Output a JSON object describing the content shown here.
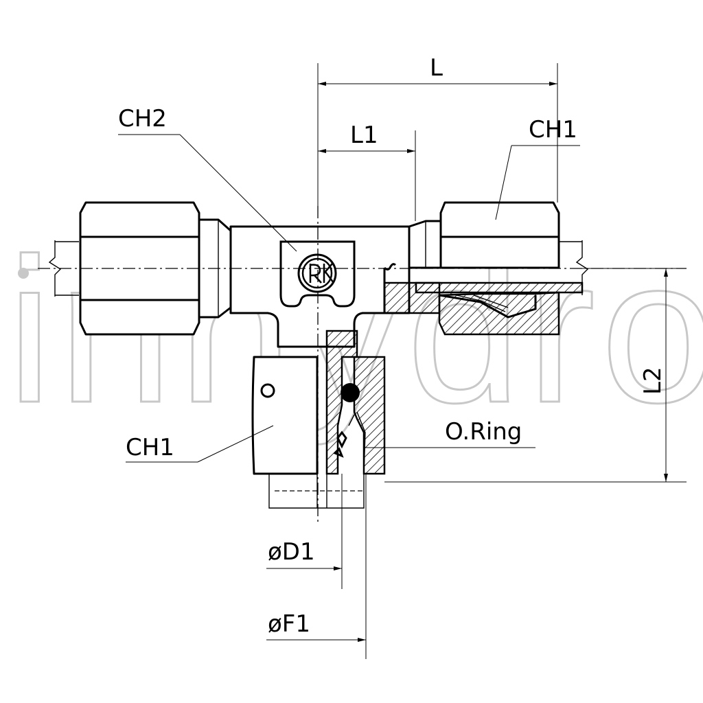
{
  "labels": {
    "l": "L",
    "l1": "L1",
    "l2": "L2",
    "ch1_top": "CH1",
    "ch2": "CH2",
    "ch1_bottom": "CH1",
    "o_ring": "O.Ring",
    "d1": "øD1",
    "f1": "øF1"
  },
  "watermark": "innydro",
  "logo_icon": "brand-seal-icon"
}
